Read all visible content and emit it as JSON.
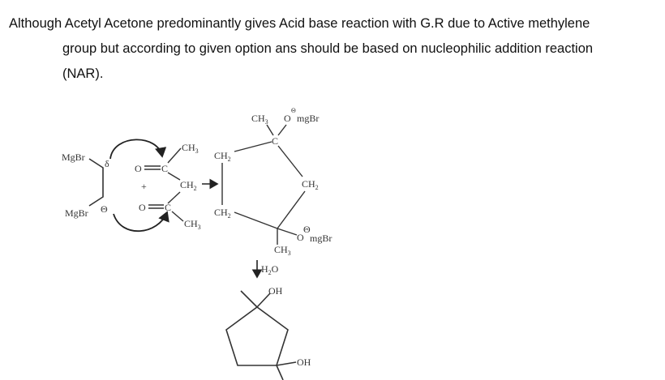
{
  "explanation": {
    "line1": "Although Acetyl Acetone predominantly gives Acid base reaction with G.R due to Active methylene",
    "line2": "group but according to given option ans should be based on nucleophilic addition reaction",
    "line3": "(NAR)."
  },
  "scheme": {
    "reagent": {
      "mgbr_top": "MgBr",
      "mgbr_bottom": "MgBr",
      "delta": "δ",
      "minus": "Θ",
      "plus": "+"
    },
    "substrate": {
      "o_top": "O",
      "c_top": "C",
      "ch3_top": "CH",
      "ch2_mid": "CH",
      "o_bottom": "O",
      "c_bottom": "C",
      "ch3_bottom": "CH"
    },
    "intermediate": {
      "ch3_top": "CH",
      "o_top": "O",
      "mgbr_top": "mgBr",
      "c_top": "C",
      "ch2_left_top": "CH",
      "ch2_right": "CH",
      "ch2_left_bottom": "CH",
      "o_bottom": "O",
      "mgbr_bottom": "mgBr",
      "ch3_bottom": "CH",
      "minus": "Θ"
    },
    "step": {
      "reagent": "H",
      "reagent_tail": "O",
      "sub2": "2",
      "sub3": "3"
    },
    "product": {
      "oh_top": "OH",
      "oh_bottom": "OH"
    }
  }
}
